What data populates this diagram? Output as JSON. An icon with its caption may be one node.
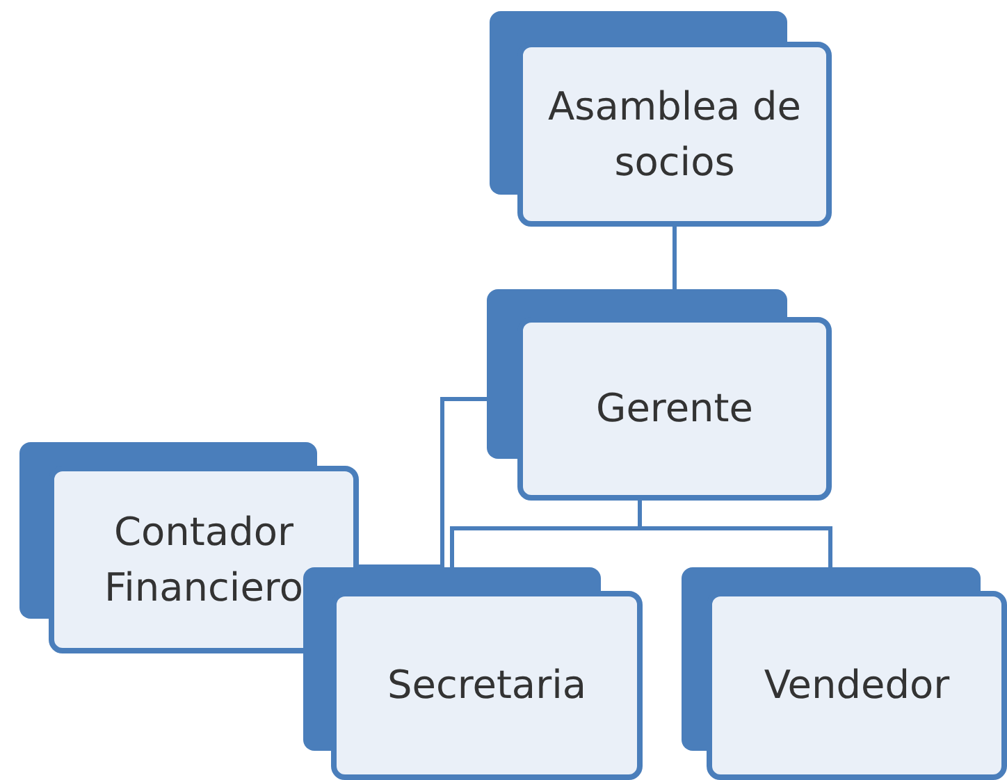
{
  "diagram": {
    "nodes": [
      {
        "text": [
          "Asamblea de socios"
        ]
      },
      {
        "text": [
          "Gerente"
        ]
      },
      {
        "text": [
          "Contador Financiero"
        ]
      },
      {
        "text": [
          "Secretaria"
        ]
      },
      {
        "text": [
          "Vendedor"
        ]
      }
    ],
    "edges": [
      {
        "from": 0,
        "to": 1,
        "arrow": "none"
      },
      {
        "from": 1,
        "to": 2,
        "arrow": "none"
      },
      {
        "from": 1,
        "to": 3,
        "arrow": "none"
      },
      {
        "from": 1,
        "to": 4,
        "arrow": "none"
      }
    ]
  }
}
